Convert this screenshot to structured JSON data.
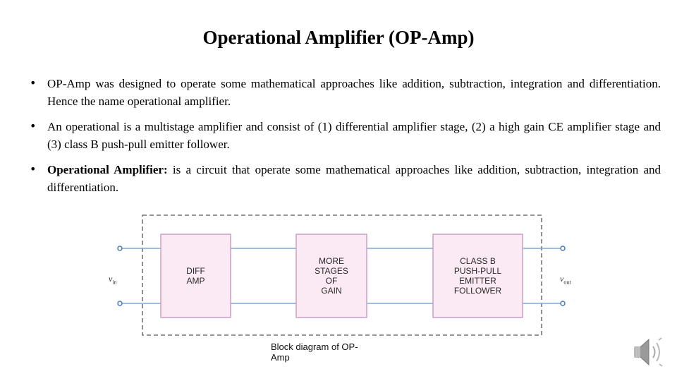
{
  "slide": {
    "title": "Operational Amplifier (OP-Amp)"
  },
  "bullets": [
    {
      "lead": "",
      "text": "OP-Amp was designed to operate some mathematical approaches like addition, subtraction, integration and differentiation. Hence the name operational amplifier."
    },
    {
      "lead": "",
      "text": "An operational is a multistage amplifier and consist of (1) differential amplifier stage, (2) a high gain CE amplifier stage and (3) class B push-pull emitter follower."
    },
    {
      "lead": "Operational Amplifier:",
      "text": " is a circuit that operate some mathematical approaches like addition, subtraction, integration and differentiation."
    }
  ],
  "diagram": {
    "blocks": [
      {
        "label": "DIFF\nAMP"
      },
      {
        "label": "MORE\nSTAGES\nOF\nGAIN"
      },
      {
        "label": "CLASS B\nPUSH-PULL\nEMITTER\nFOLLOWER"
      }
    ],
    "input_label": "v",
    "input_sub": "in",
    "output_label": "v",
    "output_sub": "out",
    "caption": "Block diagram of OP-Amp",
    "block_fill": "#fbeaf3",
    "block_border": "#c8a0c8",
    "wire_color": "#7da7d8",
    "dash_color": "#555555"
  },
  "icons": {
    "bullet": "•",
    "speaker": "speaker-icon"
  }
}
